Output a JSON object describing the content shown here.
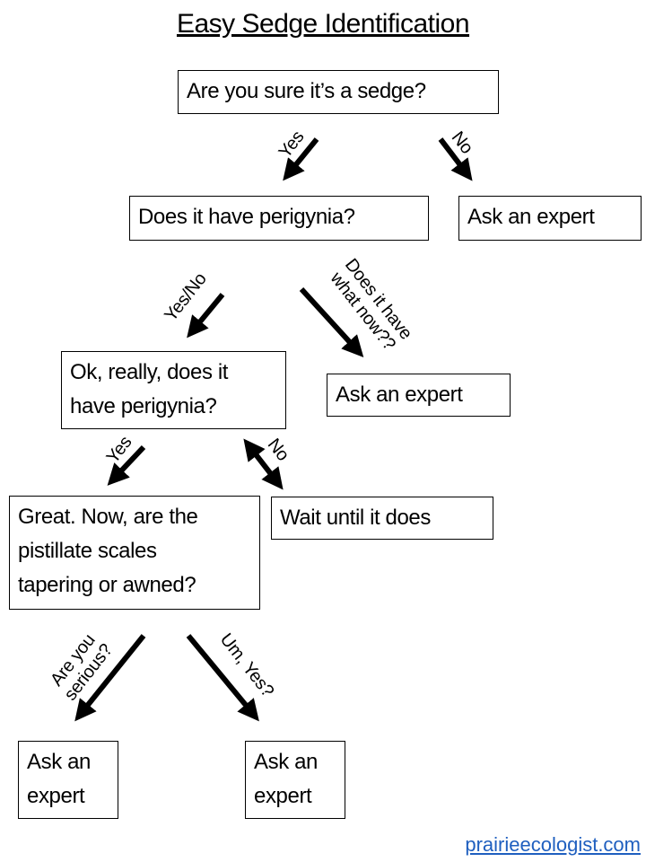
{
  "title": "Easy Sedge Identification",
  "nodes": {
    "q1": "Are you sure it’s a sedge?",
    "q2": "Does it have perigynia?",
    "expert1": "Ask an expert",
    "q3": [
      "Ok, really, does it",
      "have perigynia?"
    ],
    "expert2": "Ask an expert",
    "wait": "Wait until it does",
    "q4": [
      "Great.  Now, are the",
      "pistillate scales",
      "tapering or awned?"
    ],
    "expert3": [
      "Ask an",
      "expert"
    ],
    "expert4": [
      "Ask an",
      "expert"
    ]
  },
  "edges": {
    "q1_yes": "Yes",
    "q1_no": "No",
    "q2_yesno": "Yes/No",
    "q2_what": [
      "Does it have",
      "what now??"
    ],
    "q3_yes": "Yes",
    "q3_no": "No",
    "q4_serious": [
      "Are you",
      "serious?"
    ],
    "q4_umyes": "Um, Yes?"
  },
  "footer": {
    "link": "prairieecologist.com",
    "link_color": "#1f5fbf"
  }
}
